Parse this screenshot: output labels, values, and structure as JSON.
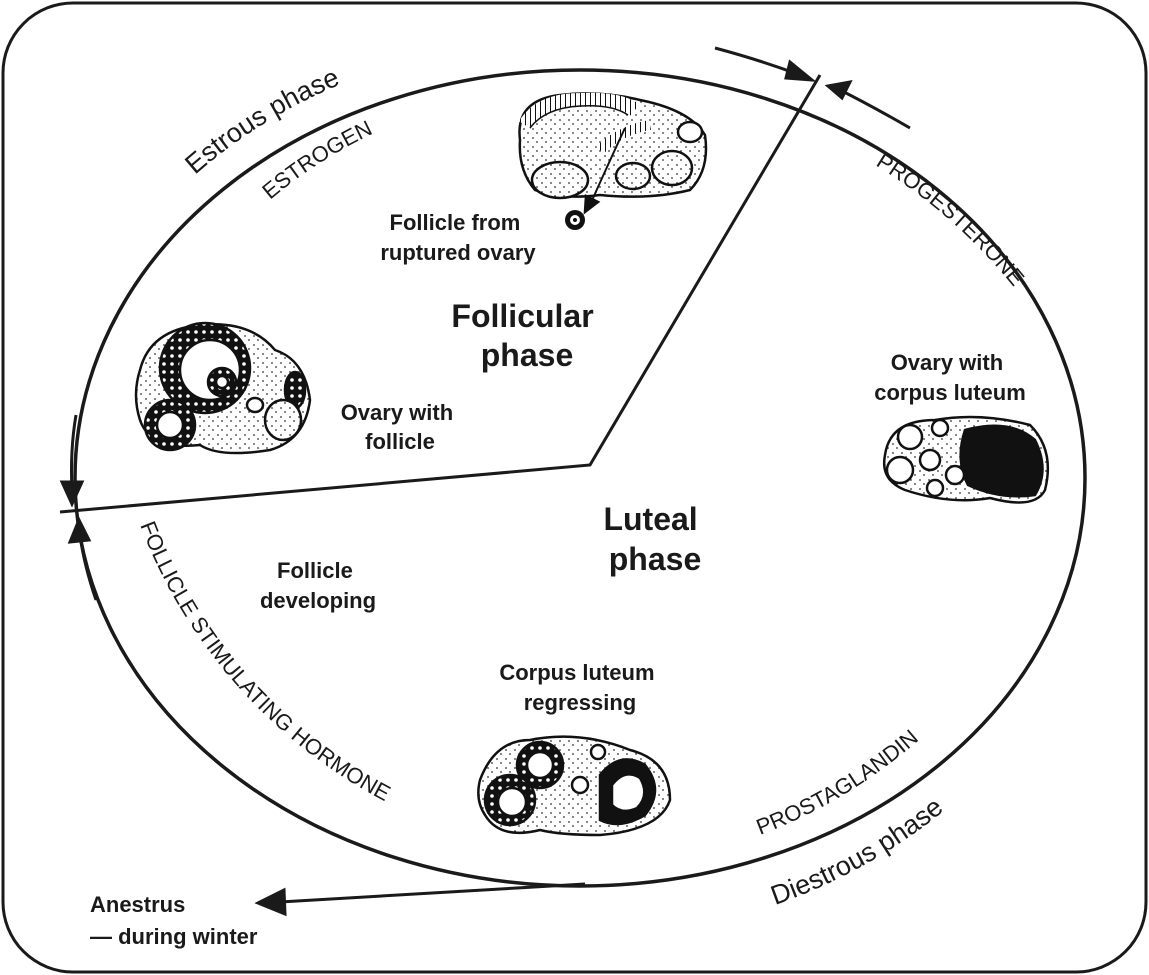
{
  "arc_labels": {
    "estrous_phase": "Estrous phase",
    "estrogen": "ESTROGEN",
    "progesterone": "PROGESTERONE",
    "fsh": "FOLLICLE STIMULATING HORMONE",
    "prostaglandin": "PROSTAGLANDIN",
    "diestrous_phase": "Diestrous phase"
  },
  "phases": {
    "follicular": [
      "Follicular",
      "phase"
    ],
    "luteal": [
      "Luteal",
      "phase"
    ]
  },
  "annotations": {
    "follicle_ruptured": [
      "Follicle from",
      "ruptured ovary"
    ],
    "ovary_follicle": [
      "Ovary with",
      "follicle"
    ],
    "ovary_corpus": [
      "Ovary with",
      "corpus luteum"
    ],
    "follicle_developing": [
      "Follicle",
      "developing"
    ],
    "corpus_regressing": [
      "Corpus luteum",
      "regressing"
    ],
    "anestrus": [
      "Anestrus",
      "— during winter"
    ]
  },
  "colors": {
    "ink": "#1a1a1a",
    "background": "#ffffff"
  },
  "icons": [
    "ruptured-ovary-icon",
    "ovum-icon",
    "ovary-with-follicle-icon",
    "ovary-with-corpus-luteum-icon",
    "regressing-ovary-icon"
  ]
}
